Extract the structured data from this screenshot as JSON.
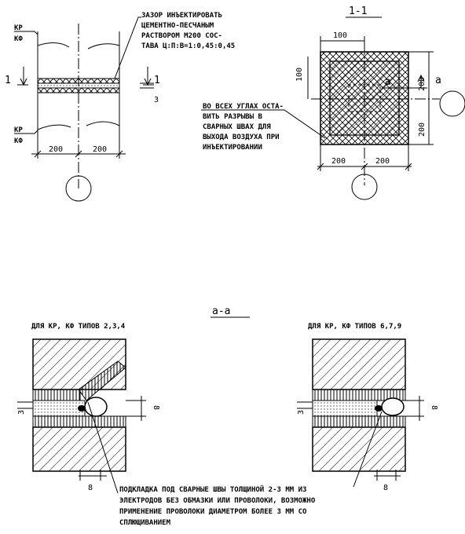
{
  "top_left": {
    "note_lines": [
      "ЗАЗОР ИНЪЕКТИРОВАТЬ",
      "ЦЕМЕНТНО-ПЕСЧАНЫМ",
      "РАСТВОРОМ М200 СОС-",
      "ТАВА Ц:П:В=1:0,45:0,45"
    ],
    "label_kr_top": "КР",
    "label_kf_top": "КФ",
    "label_kr_bottom": "КР",
    "label_kf_bottom": "КФ",
    "section_mark_left": "1",
    "section_mark_right": "1",
    "gap_dim": "3",
    "dim_left": "200",
    "dim_right": "200"
  },
  "top_right": {
    "section_title": "1-1",
    "dim_top": "100",
    "dim_side": "100",
    "dim_right_top": "200",
    "dim_right_bottom": "200",
    "dim_bottom_left": "200",
    "dim_bottom_right": "200",
    "label_a_inner": "а",
    "label_a_outer": "а",
    "note_lines": [
      "ВО ВСЕХ УГЛАХ ОСТА-",
      "ВИТЬ РАЗРЫВЫ В",
      "СВАРНЫХ ШВАХ ДЛЯ",
      "ВЫХОДА ВОЗДУХА ПРИ",
      "ИНЪЕКТИРОВАНИИ"
    ]
  },
  "bottom": {
    "section_title": "а-а",
    "left_caption": "ДЛЯ КР, КФ ТИПОВ 2,3,4",
    "right_caption": "ДЛЯ КР, КФ ТИПОВ 6,7,9",
    "dim_3_left": "3",
    "dim_8_left": "8",
    "dim_8_left_bottom": "8",
    "dim_3_right": "3",
    "dim_8_right": "8",
    "dim_8_right_bottom": "8",
    "note_lines": [
      "ПОДКЛАДКА ПОД СВАРНЫЕ ШВЫ ТОЛЩИНОЙ 2-3 ММ ИЗ",
      "ЭЛЕКТРОДОВ БЕЗ ОБМАЗКИ ИЛИ ПРОВОЛОКИ, ВОЗМОЖНО",
      "ПРИМЕНЕНИЕ ПРОВОЛОКИ ДИАМЕТРОМ БОЛЕЕ 3 ММ СО",
      "СПЛЮЩИВАНИЕМ"
    ]
  }
}
